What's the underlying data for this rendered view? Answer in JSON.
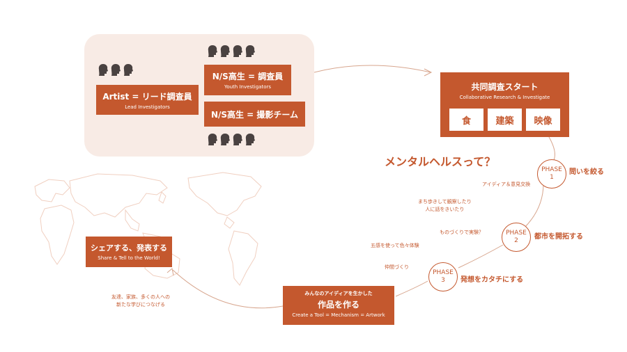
{
  "colors": {
    "accent": "#c4582e",
    "panel_bg": "#f8ebe5",
    "map_stroke": "#f0cfc0"
  },
  "team": {
    "artist": {
      "title": "Artist = リード調査員",
      "subtitle": "Lead Investigators"
    },
    "youth": {
      "title": "N/S高生 = 調査員",
      "subtitle": "Youth  Investigators"
    },
    "film": {
      "title": "N/S高生 = 撮影チーム"
    }
  },
  "start": {
    "title": "共同調査スタート",
    "subtitle": "Collaborative Research & Investigate",
    "tiles": [
      "食",
      "建築",
      "映像"
    ]
  },
  "question": "メンタルヘルスって？",
  "phases": [
    {
      "line1": "PHASE",
      "line2": "1",
      "label": "問いを絞る"
    },
    {
      "line1": "PHASE",
      "line2": "2",
      "label": "都市を開拓する"
    },
    {
      "line1": "PHASE",
      "line2": "3",
      "label": "発想をカタチにする"
    }
  ],
  "notes": {
    "n1": "アイディア＆意見交換",
    "n2a": "まち歩きして観察したり",
    "n2b": "人に話をきいたり",
    "n3": "ものづくりで実験？",
    "n4": "五感を使って色々体験",
    "n5": "仲間づくり",
    "n6a": "友達、家族、多くの人への",
    "n6b": "新たな学びにつなげる"
  },
  "create": {
    "pre": "みんなのアイディアを生かした",
    "title": "作品を作る",
    "subtitle": "Create a Tool = Mechanism = Artwork"
  },
  "share": {
    "title": "シェアする、発表する",
    "subtitle": "Share & Tell to the World!"
  },
  "icons": [
    "head-silhouette-icon",
    "world-map-icon",
    "arrow-right-icon"
  ]
}
